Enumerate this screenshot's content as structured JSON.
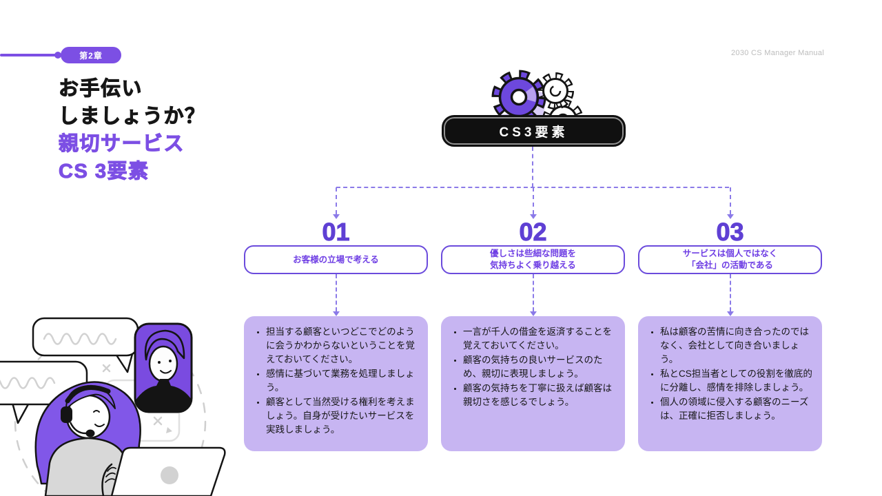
{
  "page": {
    "chapter_badge": "第2章",
    "watermark": "2030 CS Manager Manual",
    "headline": {
      "black_lines": [
        "お手伝い",
        "しましょうか？"
      ],
      "purple_lines": [
        "親切サービス",
        "CS 3要素"
      ]
    },
    "root_label": "CS3要素"
  },
  "columns": [
    {
      "number": "01",
      "title_lines": [
        "お客様の立場で考える"
      ],
      "bullets": [
        "担当する顧客といつどこでどのように会うかわからないということを覚えておいてください。",
        "感情に基づいて業務を処理しましょう。",
        "顧客として当然受ける権利を考えましょう。自身が受けたいサービスを実践しましょう。"
      ]
    },
    {
      "number": "02",
      "title_lines": [
        "優しさは些細な問題を",
        "気持ちよく乗り越える"
      ],
      "bullets": [
        "一言が千人の借金を返済することを覚えておいてください。",
        "顧客の気持ちの良いサービスのため、親切に表現しましょう。",
        "顧客の気持ちを丁寧に扱えば顧客は親切さを感じるでしょう。"
      ]
    },
    {
      "number": "03",
      "title_lines": [
        "サービスは個人ではなく",
        "「会社」の活動である"
      ],
      "bullets": [
        "私は顧客の苦情に向き合ったのではなく、会社として向き合いましょう。",
        "私とCS担当者としての役割を徹底的に分離し、感情を排除しましょう。",
        "個人の領域に侵入する顧客のニーズは、正確に拒否しましょう。"
      ]
    }
  ],
  "icons": {
    "header_icon": "gears-icon",
    "footer_illustration": "support-chat-illustration"
  },
  "colors": {
    "accent": "#7c4fe4",
    "deep": "#5f40d4",
    "border": "#6b4bdc",
    "titletext": "#6f3fe4",
    "line": "#8b7ae8",
    "lightbox": "#c7b5f2",
    "graytext": "#bcbcbc",
    "gear_purple": "#6d48dd",
    "node_black": "#101010"
  }
}
